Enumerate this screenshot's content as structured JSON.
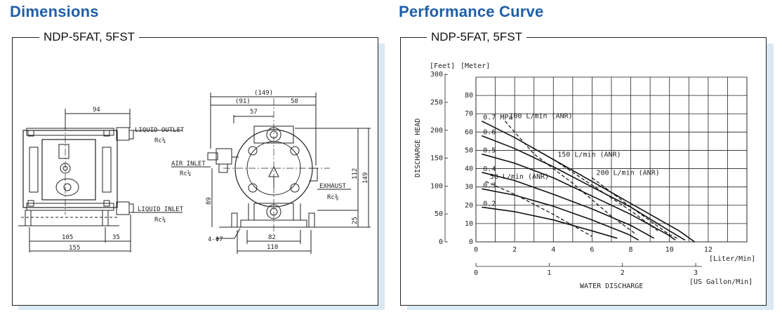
{
  "dimensions": {
    "heading": "Dimensions",
    "model": "NDP-5FAT, 5FST",
    "labels": {
      "liquid_outlet": "LIQUID OUTLET",
      "liquid_outlet_size": "Rc¼",
      "liquid_inlet": "LIQUID INLET",
      "liquid_inlet_size": "Rc¼",
      "air_inlet": "AIR INLET",
      "air_inlet_size": "Rc¼",
      "exhaust": "EXHAUST",
      "exhaust_size": "Rc⅜",
      "holes": "4-Φ7"
    },
    "dims": {
      "d94": "94",
      "d105": "105",
      "d35": "35",
      "d155": "155",
      "d149t": "(149)",
      "d91": "(91)",
      "d57": "57",
      "d58": "58",
      "d112": "112",
      "d149": "149",
      "d89": "89",
      "d25": "25",
      "d82": "82",
      "d110": "110"
    }
  },
  "performance": {
    "heading": "Performance Curve",
    "model": "NDP-5FAT, 5FST",
    "chart_data": {
      "type": "line",
      "ylabel": "DISCHARGE HEAD",
      "yunit_left": "[Feet]",
      "yunit_right": "[Meter]",
      "xlabel": "WATER DISCHARGE",
      "xunit_top": "[Liter/Min]",
      "xunit_bottom": "[US Gallon/Min]",
      "x_lpm_ticks": [
        "0",
        "2",
        "4",
        "6",
        "8",
        "10",
        "12"
      ],
      "x_gpm_ticks": [
        "0",
        "1",
        "2",
        "3"
      ],
      "y_m_ticks": [
        "0",
        "10",
        "20",
        "30",
        "40",
        "50",
        "60",
        "70",
        "80"
      ],
      "y_ft_ticks": [
        "0",
        "50",
        "100",
        "150",
        "200",
        "250",
        "300"
      ],
      "xlim_lpm": [
        0,
        14
      ],
      "ylim_m": [
        0,
        90
      ],
      "pressure_series": [
        {
          "name": "0.7 MPa",
          "x": [
            0.3,
            2,
            4,
            6,
            8,
            10.5,
            11.3
          ],
          "y": [
            66,
            57,
            45,
            33,
            21,
            6,
            0
          ]
        },
        {
          "name": "0.6",
          "x": [
            0.3,
            2,
            4,
            6,
            8,
            10,
            10.8
          ],
          "y": [
            58,
            51,
            41,
            30,
            19,
            6,
            1
          ]
        },
        {
          "name": "0.5",
          "x": [
            0.3,
            2,
            4,
            6,
            8,
            9.9,
            10.3
          ],
          "y": [
            48,
            43,
            35,
            25,
            15,
            4,
            1
          ]
        },
        {
          "name": "0.4",
          "x": [
            0.3,
            2,
            4,
            6,
            8,
            9.2
          ],
          "y": [
            38,
            33.5,
            26,
            18,
            9,
            2
          ]
        },
        {
          "name": "0.3",
          "x": [
            0.3,
            2,
            4,
            6,
            7.9,
            8.4
          ],
          "y": [
            29,
            25.5,
            19.5,
            12,
            4,
            1
          ]
        },
        {
          "name": "0.2",
          "x": [
            0.3,
            2,
            4,
            6,
            7.3
          ],
          "y": [
            19,
            16.5,
            12,
            6,
            2
          ]
        }
      ],
      "air_consumption_series": [
        {
          "name": "50 L/min (ANR)",
          "x": [
            0.5,
            2,
            4,
            6
          ],
          "y": [
            33,
            26,
            15,
            3
          ]
        },
        {
          "name": "100 L/min (ANR)",
          "x": [
            1.5,
            3,
            5,
            7,
            8.3
          ],
          "y": [
            66,
            48,
            32,
            14,
            4
          ]
        },
        {
          "name": "150 L/min (ANR)",
          "x": [
            4,
            6,
            8,
            9.4
          ],
          "y": [
            45,
            31,
            17,
            6
          ]
        },
        {
          "name": "200 L/min (ANR)",
          "x": [
            6,
            8,
            10,
            10.4
          ],
          "y": [
            35,
            19,
            4,
            2
          ]
        }
      ]
    }
  }
}
